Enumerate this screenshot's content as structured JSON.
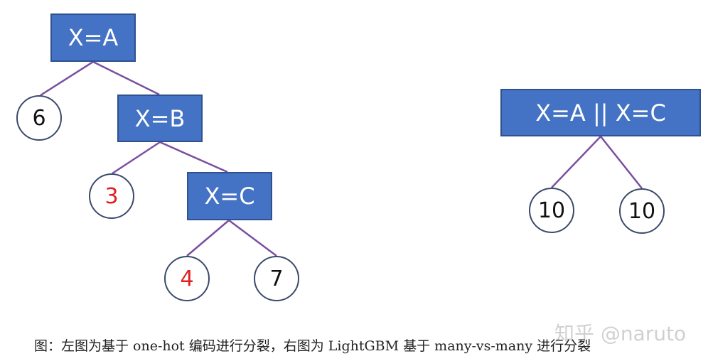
{
  "colors": {
    "node_fill": "#4472c4",
    "node_border": "#2f528f",
    "edge": "#7a4fa0",
    "highlight_text": "#e02020",
    "text": "#111111"
  },
  "left_tree": {
    "nodes": {
      "a": "X=A",
      "b": "X=B",
      "c": "X=C"
    },
    "leaves": [
      {
        "value": "6",
        "highlight": false
      },
      {
        "value": "3",
        "highlight": true
      },
      {
        "value": "4",
        "highlight": true
      },
      {
        "value": "7",
        "highlight": false
      }
    ]
  },
  "right_tree": {
    "node": "X=A || X=C",
    "leaves": [
      {
        "value": "10"
      },
      {
        "value": "10"
      }
    ]
  },
  "watermark": "知乎 @naruto",
  "caption": "图：左图为基于 one-hot 编码进行分裂，右图为 LightGBM 基于 many-vs-many 进行分裂"
}
